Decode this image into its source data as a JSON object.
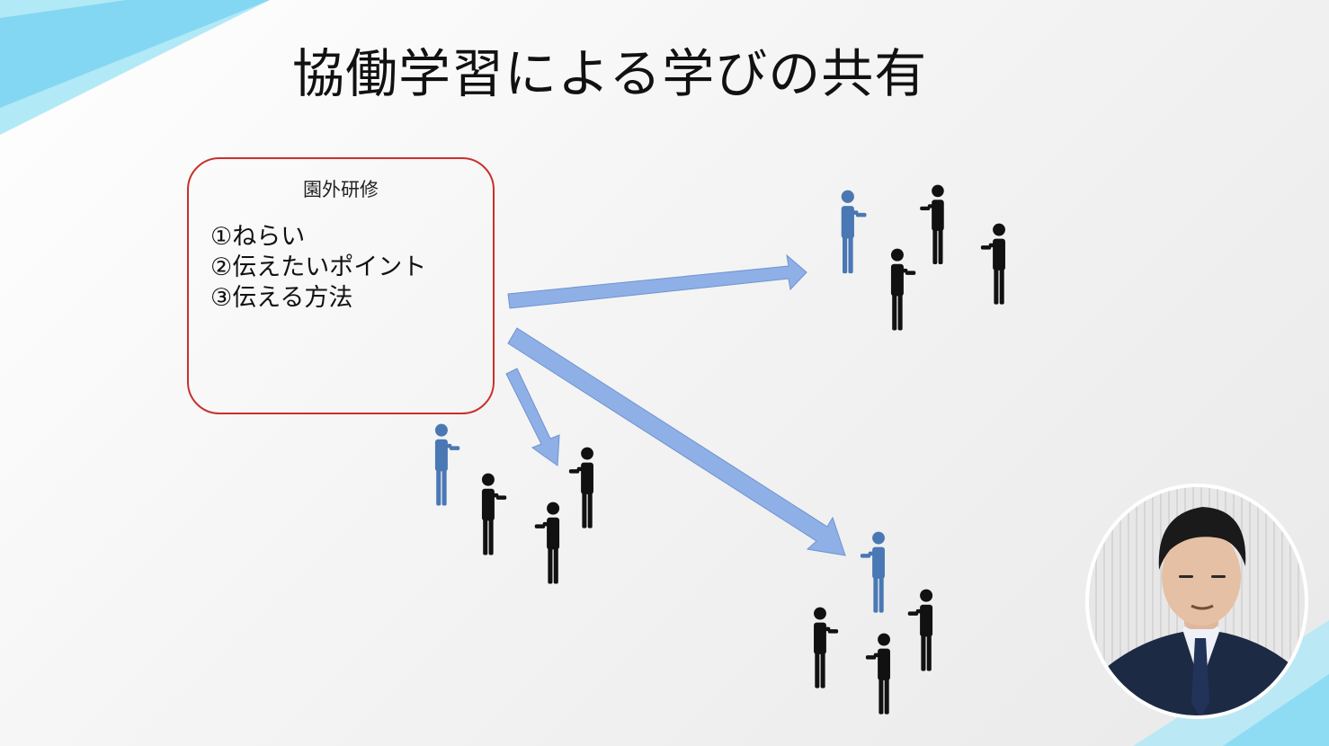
{
  "slide": {
    "title": "協働学習による学びの共有",
    "box": {
      "heading": "園外研修",
      "items": [
        "①ねらい",
        "②伝えたいポイント",
        "③伝える方法"
      ]
    },
    "colors": {
      "box_border": "#c9302c",
      "arrow": "#8fb0e6",
      "leader": "#4a78b4",
      "member": "#111111",
      "accent": "#6fd3f3"
    },
    "groups": [
      {
        "name": "group-upper-right",
        "leader": 1,
        "members": 3
      },
      {
        "name": "group-lower-left",
        "leader": 1,
        "members": 3
      },
      {
        "name": "group-lower-right",
        "leader": 1,
        "members": 3
      }
    ]
  },
  "presenter": {
    "icon": "presenter-video-icon"
  }
}
